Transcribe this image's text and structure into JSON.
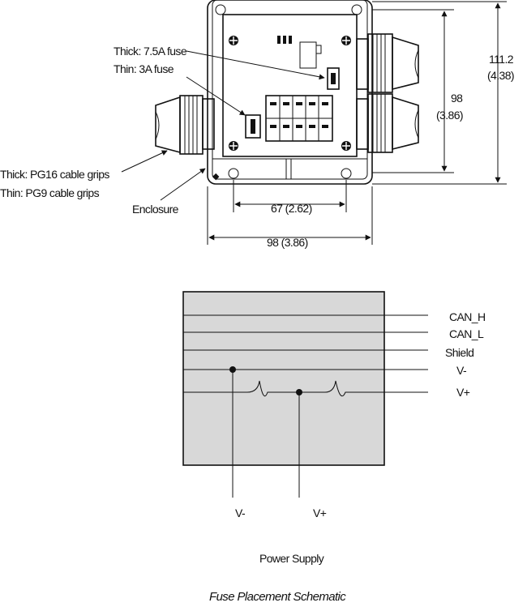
{
  "labels": {
    "fuse_thick": "Thick: 7.5A fuse",
    "fuse_thin": "Thin: 3A fuse",
    "grip_thick": "Thick: PG16 cable grips",
    "grip_thin": "Thin: PG9 cable grips",
    "enclosure": "Enclosure"
  },
  "dimensions": {
    "height_outer": "111.2",
    "height_outer_in": "(4.38)",
    "height_inner": "98",
    "height_inner_in": "(3.86)",
    "width_holes": "67 (2.62)",
    "width_outer": "98 (3.86)"
  },
  "signals": {
    "can_h": "CAN_H",
    "can_l": "CAN_L",
    "shield": "Shield",
    "vminus": "V-",
    "vplus": "V+"
  },
  "power": {
    "vminus": "V-",
    "vplus": "V+",
    "label": "Power Supply"
  },
  "caption": "Fuse Placement Schematic",
  "colors": {
    "box_fill": "#d8d8d8",
    "line": "#111111"
  }
}
